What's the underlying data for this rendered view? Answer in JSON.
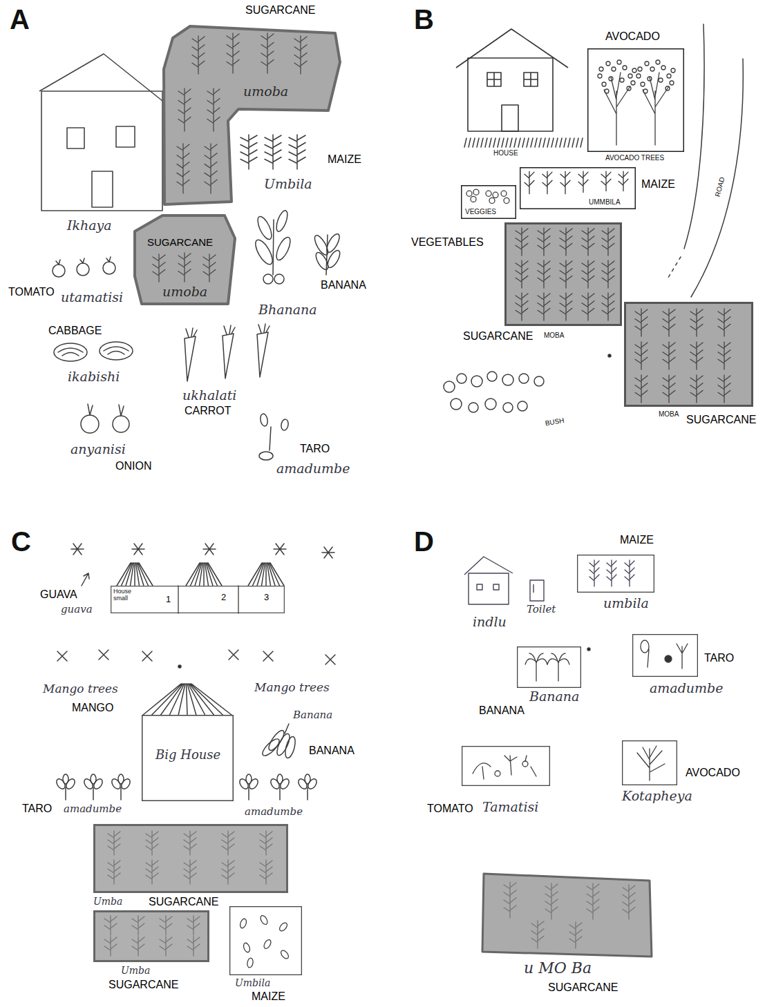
{
  "diagram": {
    "nodes": [
      {
        "text": [
          "SUGARCANE",
          "umoba"
        ]
      },
      {
        "text": [
          "SUGARCANE",
          "umoba"
        ]
      },
      {
        "text": [
          "AVOCADO",
          "AVOCADO TREES"
        ]
      },
      {
        "text": [
          "UMMBILA",
          "MAIZE"
        ]
      },
      {
        "text": [
          "VEGGIES",
          "VEGETABLES"
        ]
      },
      {
        "text": [
          "MOBA",
          "SUGARCANE"
        ]
      },
      {
        "text": [
          "MOBA",
          "SUGARCANE"
        ]
      },
      {
        "text": [
          "House small",
          "1",
          "2",
          "3"
        ]
      },
      {
        "text": [
          "Big House"
        ]
      },
      {
        "text": [
          "Umba",
          "SUGARCANE"
        ]
      },
      {
        "text": [
          "Umba",
          "SUGARCANE"
        ]
      },
      {
        "text": [
          "Umbila",
          "MAIZE"
        ]
      },
      {
        "text": [
          "MAIZE",
          "umbila"
        ]
      },
      {
        "text": [
          "Banana",
          "BANANA"
        ]
      },
      {
        "text": [
          "TARO",
          "amadumbe"
        ]
      },
      {
        "text": [
          "TOMATO",
          "Tamatisi"
        ]
      },
      {
        "text": [
          "AVOCADO",
          "Kotapheya"
        ]
      },
      {
        "text": [
          "u MO Ba",
          "SUGARCANE"
        ]
      }
    ],
    "labels": [
      "A",
      "Ikhaya",
      "MAIZE",
      "Umbila",
      "TOMATO",
      "utamatisi",
      "BANANA",
      "Bhanana",
      "CABBAGE",
      "ikabishi",
      "ukhalati",
      "CARROT",
      "anyanisi",
      "ONION",
      "TARO",
      "amadumbe",
      "B",
      "HOUSE",
      "ROAD",
      "BUSH",
      "C",
      "GUAVA",
      "guava",
      "Mango trees",
      "MANGO",
      "Mango trees",
      "Banana",
      "BANANA",
      "TARO",
      "amadumbe",
      "amadumbe",
      "D",
      "indlu",
      "Toilet"
    ]
  }
}
